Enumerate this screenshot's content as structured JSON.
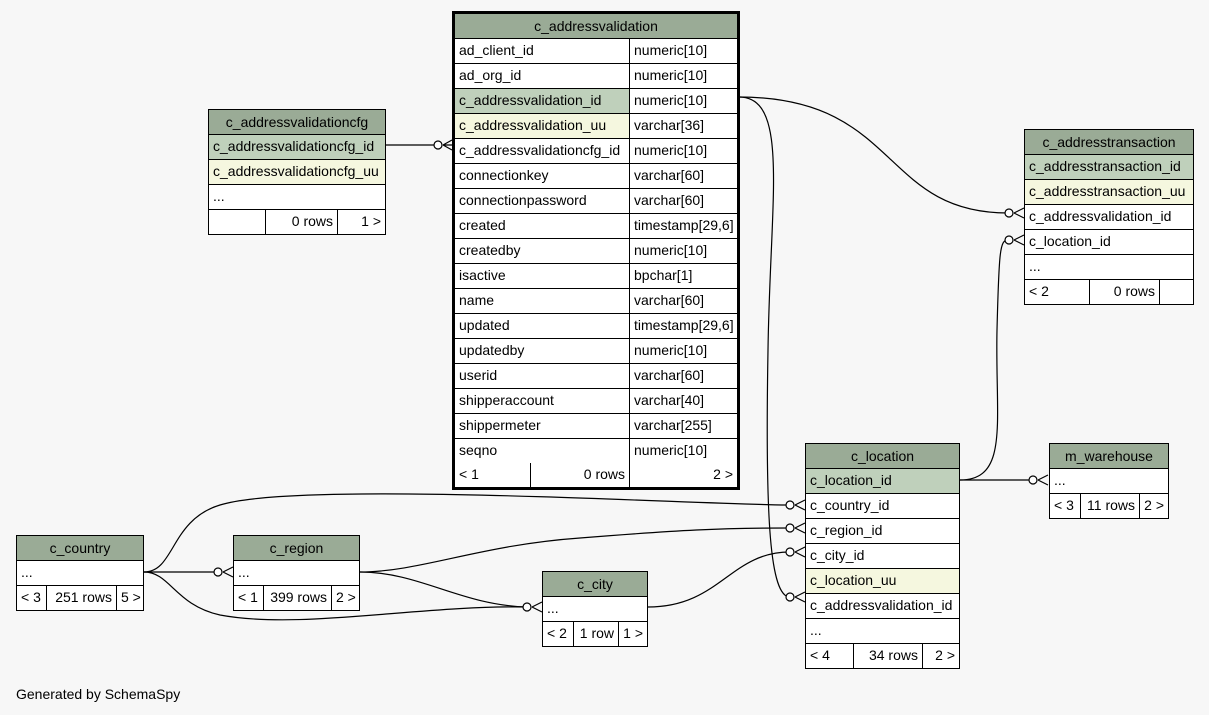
{
  "footer": "Generated by SchemaSpy",
  "tables": {
    "addressvalidation": {
      "name": "c_addressvalidation",
      "columns": [
        {
          "name": "ad_client_id",
          "type": "numeric[10]"
        },
        {
          "name": "ad_org_id",
          "type": "numeric[10]"
        },
        {
          "name": "c_addressvalidation_id",
          "type": "numeric[10]"
        },
        {
          "name": "c_addressvalidation_uu",
          "type": "varchar[36]"
        },
        {
          "name": "c_addressvalidationcfg_id",
          "type": "numeric[10]"
        },
        {
          "name": "connectionkey",
          "type": "varchar[60]"
        },
        {
          "name": "connectionpassword",
          "type": "varchar[60]"
        },
        {
          "name": "created",
          "type": "timestamp[29,6]"
        },
        {
          "name": "createdby",
          "type": "numeric[10]"
        },
        {
          "name": "isactive",
          "type": "bpchar[1]"
        },
        {
          "name": "name",
          "type": "varchar[60]"
        },
        {
          "name": "updated",
          "type": "timestamp[29,6]"
        },
        {
          "name": "updatedby",
          "type": "numeric[10]"
        },
        {
          "name": "userid",
          "type": "varchar[60]"
        },
        {
          "name": "shipperaccount",
          "type": "varchar[40]"
        },
        {
          "name": "shippermeter",
          "type": "varchar[255]"
        },
        {
          "name": "seqno",
          "type": "numeric[10]"
        }
      ],
      "footer": {
        "parents": "< 1",
        "rows": "0 rows",
        "children": "2 >"
      }
    },
    "cfg": {
      "name": "c_addressvalidationcfg",
      "rows": [
        "c_addressvalidationcfg_id",
        "c_addressvalidationcfg_uu",
        "..."
      ],
      "footer": {
        "parents": "",
        "rows": "0 rows",
        "children": "1 >"
      }
    },
    "transaction": {
      "name": "c_addresstransaction",
      "rows": [
        "c_addresstransaction_id",
        "c_addresstransaction_uu",
        "c_addressvalidation_id",
        "c_location_id",
        "..."
      ],
      "footer": {
        "parents": "< 2",
        "rows": "0 rows",
        "children": ""
      }
    },
    "location": {
      "name": "c_location",
      "rows": [
        "c_location_id",
        "c_country_id",
        "c_region_id",
        "c_city_id",
        "c_location_uu",
        "c_addressvalidation_id",
        "..."
      ],
      "footer": {
        "parents": "< 4",
        "rows": "34 rows",
        "children": "2 >"
      }
    },
    "warehouse": {
      "name": "m_warehouse",
      "rows": [
        "..."
      ],
      "footer": {
        "parents": "< 3",
        "rows": "11 rows",
        "children": "2 >"
      }
    },
    "country": {
      "name": "c_country",
      "rows": [
        "..."
      ],
      "footer": {
        "parents": "< 3",
        "rows": "251 rows",
        "children": "5 >"
      }
    },
    "region": {
      "name": "c_region",
      "rows": [
        "..."
      ],
      "footer": {
        "parents": "< 1",
        "rows": "399 rows",
        "children": "2 >"
      }
    },
    "city": {
      "name": "c_city",
      "rows": [
        "..."
      ],
      "footer": {
        "parents": "< 2",
        "rows": "1 row",
        "children": "1 >"
      }
    }
  }
}
